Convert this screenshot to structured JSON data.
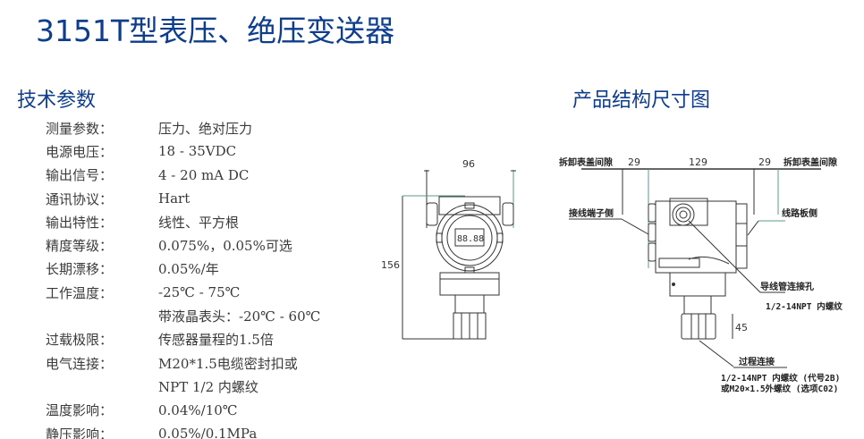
{
  "title": "3151T型表压、绝压变送器",
  "specs_section": {
    "heading": "技术参数",
    "rows": [
      {
        "label": "测量参数：",
        "value": "压力、绝对压力"
      },
      {
        "label": "电源电压：",
        "value": "18 - 35VDC"
      },
      {
        "label": "输出信号：",
        "value": "4 - 20 mA DC"
      },
      {
        "label": "通讯协议：",
        "value": "Hart"
      },
      {
        "label": "输出特性：",
        "value": "线性、平方根"
      },
      {
        "label": "精度等级：",
        "value": "0.075%，0.05%可选"
      },
      {
        "label": "长期漂移：",
        "value": "0.05%/年"
      },
      {
        "label": "工作温度：",
        "value": "-25℃ - 75℃"
      },
      {
        "label": "",
        "value": "带液晶表头：-20℃ - 60℃"
      },
      {
        "label": "过载极限：",
        "value": "传感器量程的1.5倍"
      },
      {
        "label": "电气连接：",
        "value": "M20*1.5电缆密封扣或"
      },
      {
        "label": "",
        "value": "NPT 1/2 内螺纹"
      },
      {
        "label": "温度影响：",
        "value": "0.04%/10℃"
      },
      {
        "label": "静压影响：",
        "value": "0.05%/0.1MPa"
      }
    ]
  },
  "dimension_section": {
    "heading": "产品结构尺寸图",
    "front_view": {
      "width_dim": "96",
      "height_dim": "156",
      "display_glyph": "88.88"
    },
    "side_view": {
      "left_gap_label": "拆卸表盖间隙",
      "left_gap_dim": "29",
      "body_dim": "129",
      "right_gap_dim": "29",
      "right_gap_label": "拆卸表盖间隙",
      "terminal_side_label": "接线端子侧",
      "circuit_side_label": "线路板侧",
      "conduit_label": "导线管连接孔",
      "conduit_spec": "1/2-14NPT 内螺纹",
      "process_height_dim": "45",
      "process_label": "过程连接",
      "process_spec_1": "1/2-14NPT 内螺纹 (代号2B)",
      "process_spec_2": "或M20×1.5外螺纹 (选项C02)"
    }
  },
  "colors": {
    "heading_blue": "#0d3d8c",
    "drawing_line": "#333333",
    "drawing_accent": "#5a9a8a"
  }
}
